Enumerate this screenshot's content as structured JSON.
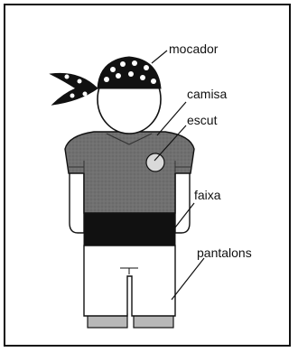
{
  "labels": {
    "mocador": "mocador",
    "camisa": "camisa",
    "escut": "escut",
    "faixa": "faixa",
    "pantalons": "pantalons"
  },
  "colors": {
    "ink": "#111111",
    "shirt": "#6d6d6d",
    "sash": "#111111",
    "shoes": "#b8b8b8",
    "badge": "#d9d9d9"
  }
}
